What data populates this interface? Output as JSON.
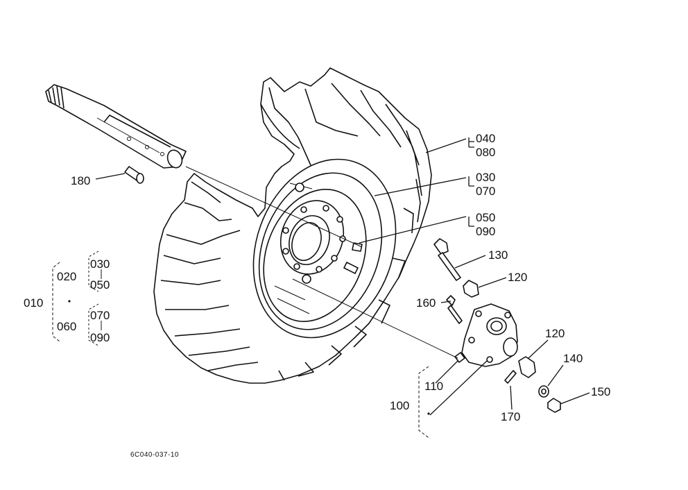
{
  "labels": {
    "l180": "180",
    "l040": "040",
    "l080": "080",
    "l030a": "030",
    "l070a": "070",
    "l050a": "050",
    "l090a": "090",
    "l130": "130",
    "l120a": "120",
    "l160": "160",
    "l120b": "120",
    "l140": "140",
    "l150": "150",
    "l110": "110",
    "l100": "100",
    "l170": "170",
    "l010": "010",
    "l020": "020",
    "l060": "060",
    "l030b": "030",
    "l050b": "050",
    "l070b": "070",
    "l090b": "090"
  },
  "drawing_code": "6C040-037-10"
}
